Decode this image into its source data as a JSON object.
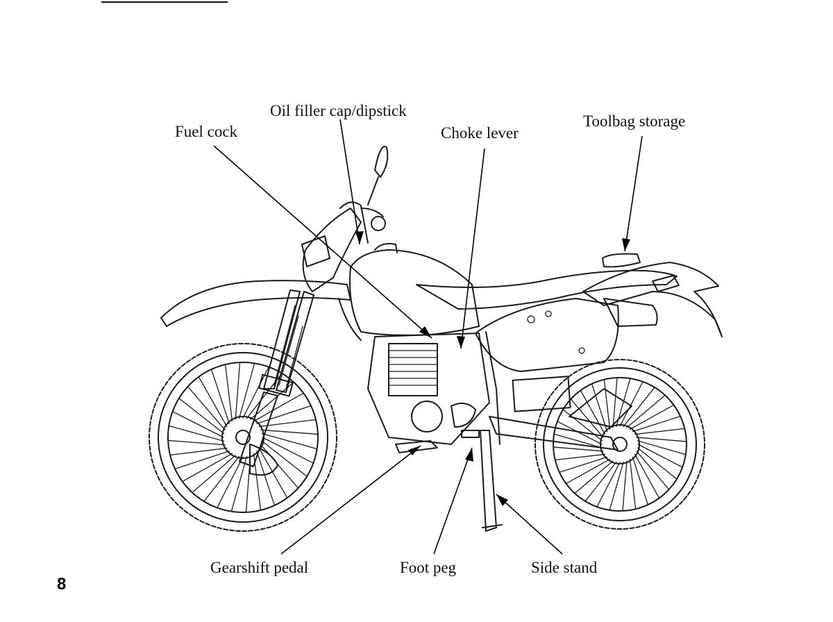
{
  "page": {
    "number": "8"
  },
  "callouts": {
    "oil_filler": "Oil filler cap/dipstick",
    "fuel_cock": "Fuel cock",
    "choke_lever": "Choke lever",
    "toolbag_storage": "Toolbag storage",
    "gearshift_pedal": "Gearshift pedal",
    "foot_peg": "Foot peg",
    "side_stand": "Side stand"
  },
  "illustration": {
    "subject": "motorcycle-side-view",
    "line_color": "#1a1a1a",
    "background": "#ffffff"
  }
}
